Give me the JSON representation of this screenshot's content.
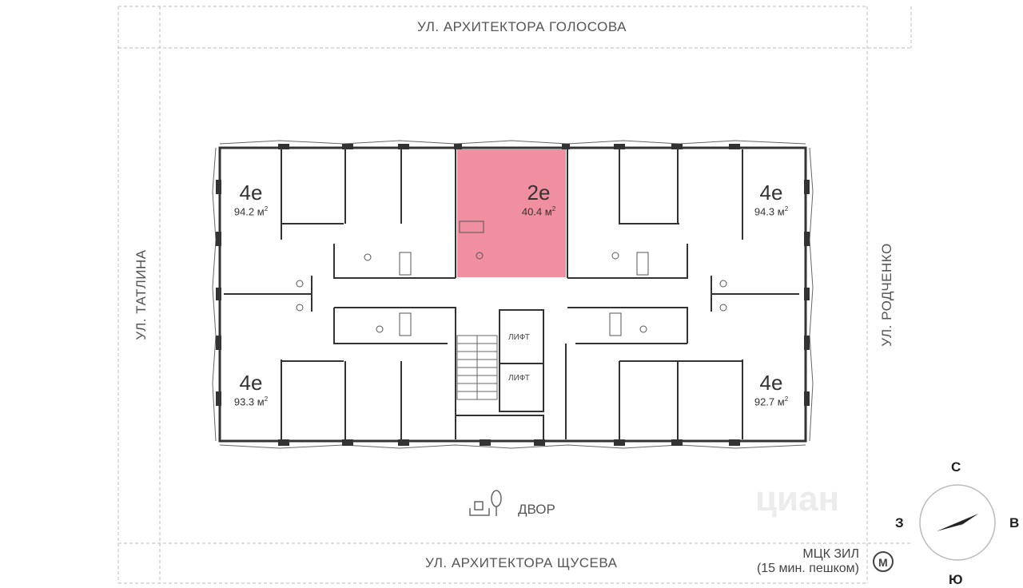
{
  "streets": {
    "top": "УЛ. АРХИТЕКТОРА ГОЛОСОВА",
    "bottom": "УЛ. АРХИТЕКТОРА ЩУСЕВА",
    "left": "УЛ. ТАТЛИНА",
    "right": "УЛ. РОДЧЕНКО"
  },
  "yard": "ДВОР",
  "metro": {
    "line1": "МЦК ЗИЛ",
    "line2": "(15 мин. пешком)",
    "icon": "metro-icon"
  },
  "watermark": "циан",
  "units": [
    {
      "id": "top-left",
      "type": "4е",
      "area": "94.2 м",
      "sup": "2"
    },
    {
      "id": "top-center",
      "type": "2е",
      "area": "40.4 м",
      "sup": "2",
      "highlighted": true
    },
    {
      "id": "top-right",
      "type": "4е",
      "area": "94.3 м",
      "sup": "2"
    },
    {
      "id": "bottom-left",
      "type": "4е",
      "area": "93.3 м",
      "sup": "2"
    },
    {
      "id": "bottom-right",
      "type": "4е",
      "area": "92.7 м",
      "sup": "2"
    }
  ],
  "lifts": [
    "ЛИФТ",
    "ЛИФТ"
  ],
  "compass": {
    "north": "С",
    "south": "Ю",
    "west": "З",
    "east": "В"
  },
  "colors": {
    "highlight": "#ef8fa0",
    "walls": "#333333",
    "dashed": "#bbbbbb"
  }
}
